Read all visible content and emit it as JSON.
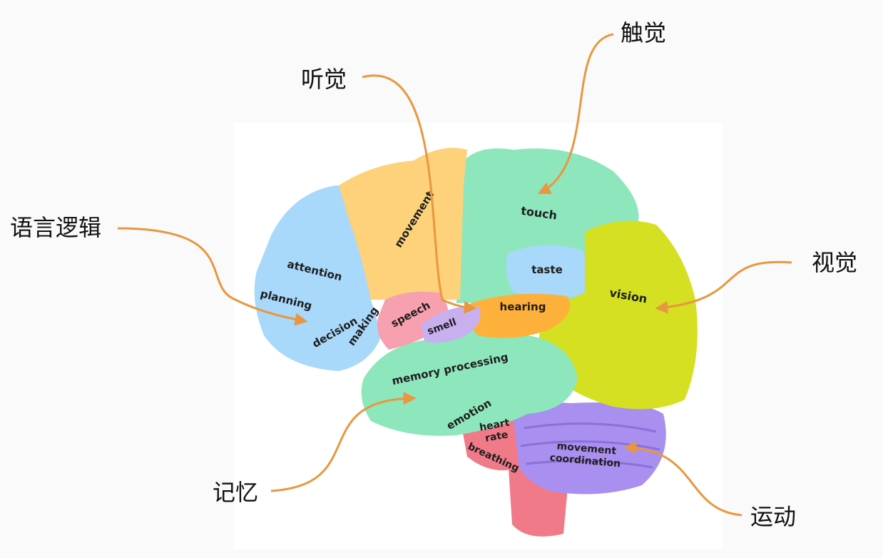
{
  "callouts": {
    "hearing": "听觉",
    "touch": "触觉",
    "language_logic": "语言逻辑",
    "vision": "视觉",
    "memory": "记忆",
    "motor": "运动"
  },
  "regions": {
    "attention": "attention",
    "planning": "planning",
    "decision": "decision",
    "making": "making",
    "movement": "movement",
    "touch": "touch",
    "taste": "taste",
    "vision": "vision",
    "speech": "speech",
    "smell": "smell",
    "hearing": "hearing",
    "memory_processing": "memory processing",
    "emotion": "emotion",
    "heart": "heart",
    "rate": "rate",
    "breathing": "breathing",
    "movement2": "movement",
    "coordination": "coordination"
  },
  "colors": {
    "frontal_blue": "#a8d8fa",
    "motor_yellow": "#fdd27a",
    "parietal_green": "#8ee6bc",
    "occipital_lime": "#d4e021",
    "cerebellum_purple": "#a98ff0",
    "stem_pink": "#f07a88",
    "temporal_orange": "#fdb13a",
    "speech_pink": "#f7a0b0",
    "smell_lavender": "#c8b0f0",
    "arrow_orange": "#e8973f"
  }
}
